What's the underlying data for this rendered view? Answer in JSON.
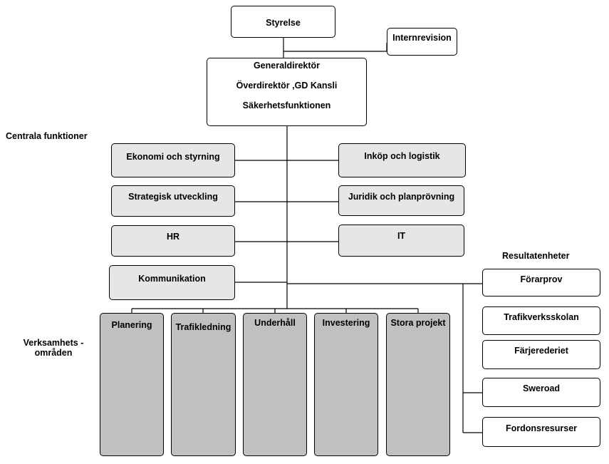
{
  "board": "Styrelse",
  "internal_audit": "Internrevision",
  "director_general": {
    "line1": "Generaldirektör",
    "line2": "Överdirektör ,GD Kansli",
    "line3": "Säkerhetsfunktionen"
  },
  "labels": {
    "central": "Centrala funktioner",
    "results": "Resultatenheter",
    "operations_line1": "Verksamhets -",
    "operations_line2": "områden"
  },
  "central_functions": [
    "Ekonomi och styrning",
    "Inköp och logistik",
    "Strategisk utveckling",
    "Juridik och planprövning",
    "HR",
    "IT",
    "Kommunikation"
  ],
  "operations": [
    "Planering",
    "Trafikledning",
    "Underhåll",
    "Investering",
    "Stora projekt"
  ],
  "result_units": [
    "Förarprov",
    "Trafikverksskolan",
    "Färjerederiet",
    "Sweroad",
    "Fordonsresurser"
  ]
}
